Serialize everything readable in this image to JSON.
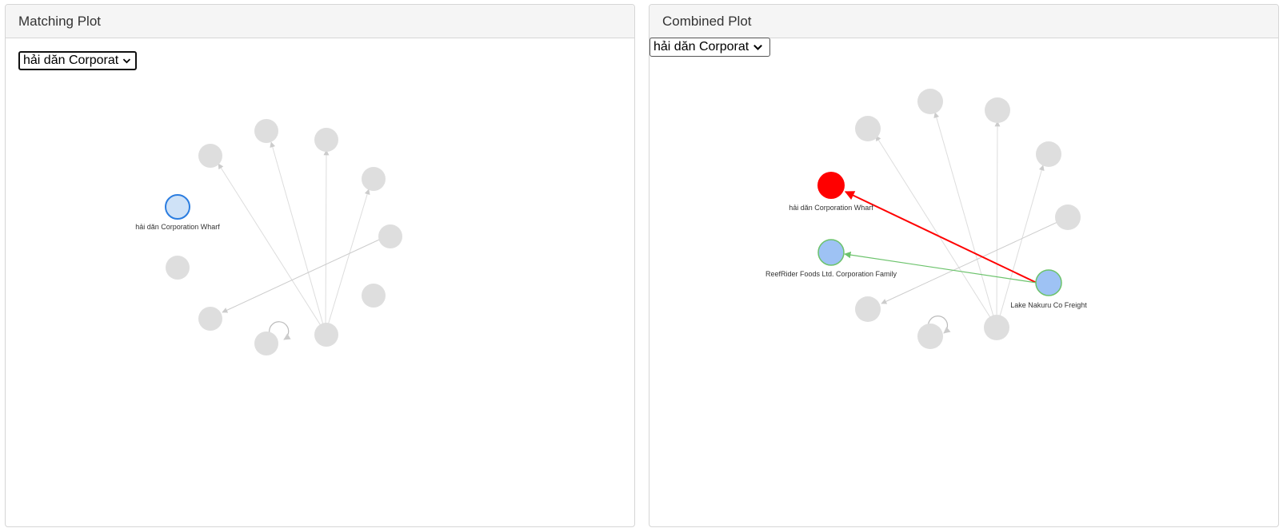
{
  "panels": {
    "matching": {
      "title": "Matching Plot",
      "select_value": "hải dăn Corporat",
      "highlight_label": "hải dăn Corporation Wharf"
    },
    "combined": {
      "title": "Combined Plot",
      "select_value": "hải dăn Corporat",
      "labels": {
        "target_red": "hải dăn Corporation Wharf",
        "target_blue": "ReefRider Foods Ltd. Corporation Family",
        "source": "Lake Nakuru  Co Freight"
      }
    }
  },
  "colors": {
    "faded_node": "#dedede",
    "highlight_fill": "#cfe2f7",
    "highlight_stroke": "#2b7de0",
    "red_node": "#ff0000",
    "blue_node": "#9ec2f4",
    "green_edge": "#6cc36c"
  }
}
